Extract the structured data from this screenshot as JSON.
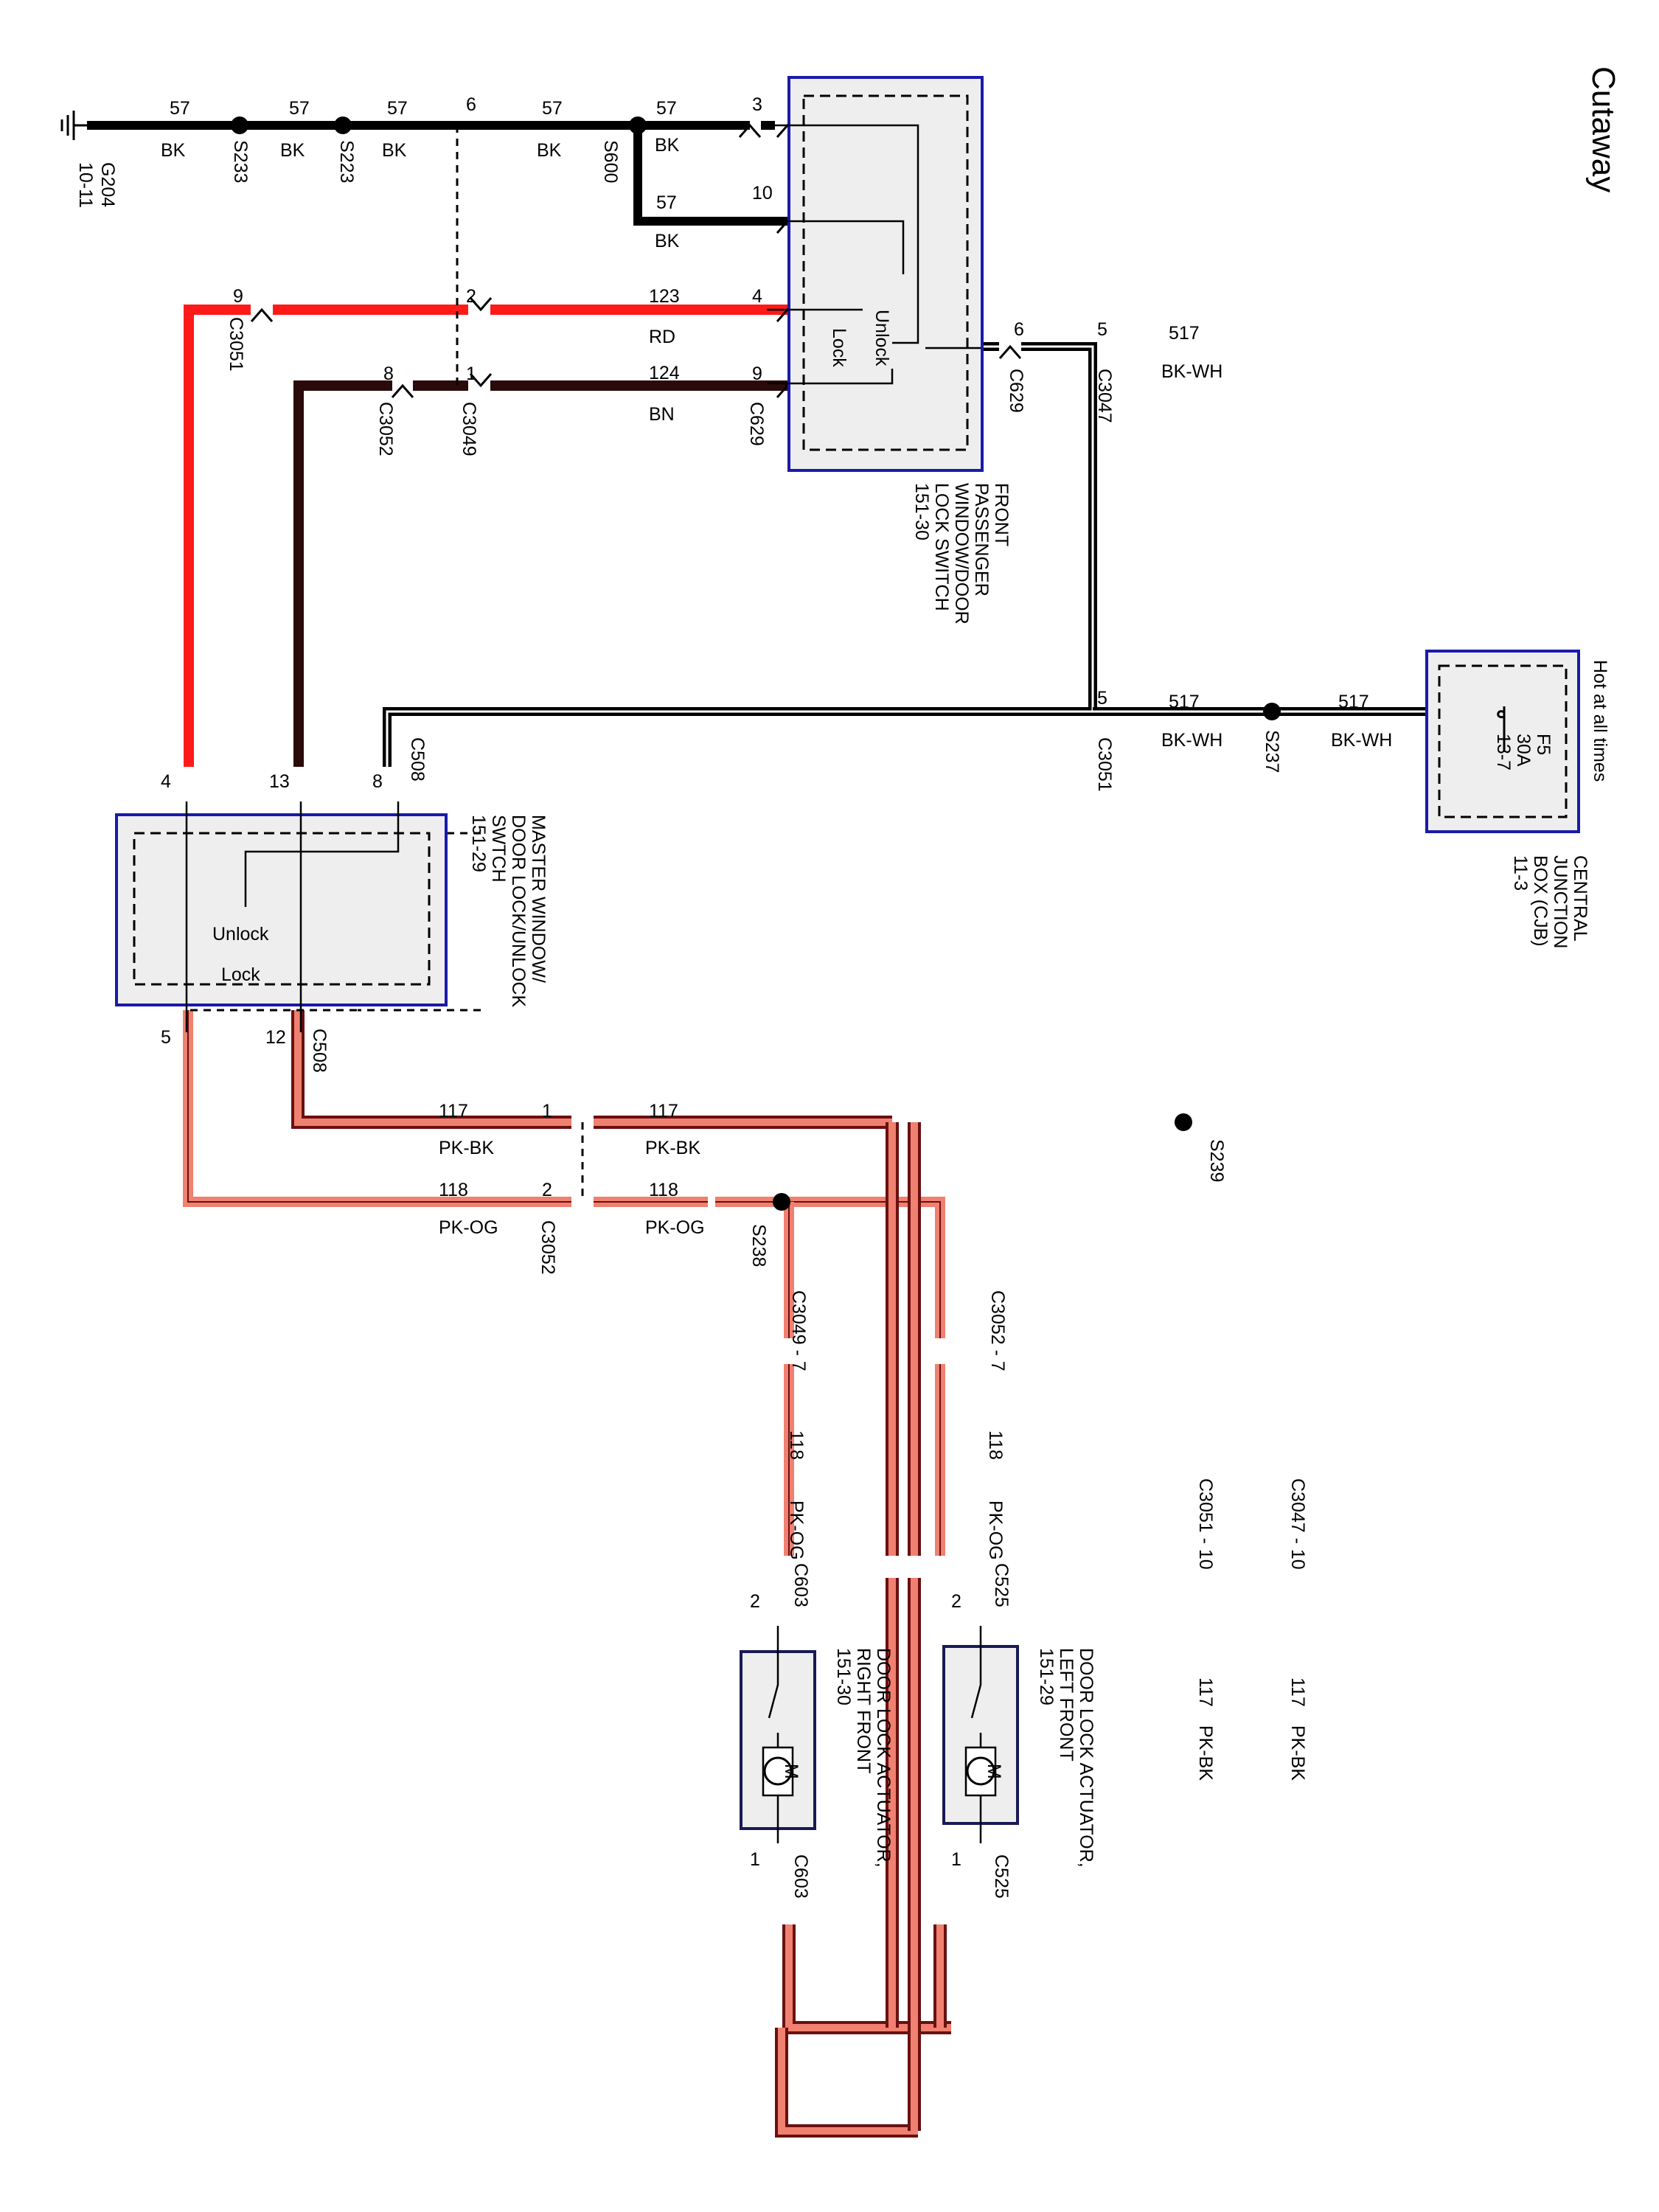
{
  "title": "Cutaway",
  "colors": {
    "BK": "#000000",
    "RD": "#ff1a1a",
    "BN": "#2a0a0a",
    "PK": "#f08070",
    "PK_stripe": "#6a1010",
    "box_blue": "#1a1aaa",
    "box_fill": "#eeeeee"
  },
  "components": {
    "ground": {
      "name": "G204",
      "ref": "10-11"
    },
    "pass_switch": {
      "lines": [
        "FRONT",
        "PASSENGER",
        "WINDOW/DOOR",
        "LOCK SWITCH",
        "151-30"
      ],
      "unlock": "Unlock",
      "lock": "Lock"
    },
    "master_switch": {
      "lines": [
        "MASTER WINDOW/",
        "DOOR LOCK/UNLOCK",
        "SWTCH",
        "151-29"
      ],
      "unlock": "Unlock",
      "lock": "Lock"
    },
    "cjb": {
      "lines": [
        "CENTRAL",
        "JUNCTION",
        "BOX (CJB)",
        "11-3"
      ],
      "hot": "Hot at all times",
      "fuse": "F5",
      "amps": "30A",
      "ref": "13-7"
    },
    "actuator_lf": {
      "lines": [
        "DOOR LOCK ACTUATOR,",
        "LEFT FRONT",
        "151-29"
      ],
      "motor": "M"
    },
    "actuator_rf": {
      "lines": [
        "DOOR LOCK ACTUATOR,",
        "RIGHT FRONT",
        "151-30"
      ],
      "motor": "M"
    }
  },
  "splices": [
    "S233",
    "S223",
    "S600",
    "S237",
    "S238",
    "S239"
  ],
  "connectors": [
    "C3051",
    "C3052",
    "C3049",
    "C629",
    "C3047",
    "C508",
    "C603",
    "C525",
    "C3049 - 7",
    "C3052 - 7",
    "C3051 - 10",
    "C3047 - 10"
  ],
  "pins": [
    "57",
    "57",
    "57",
    "57",
    "57",
    "57",
    "6",
    "3",
    "10",
    "4",
    "9",
    "6",
    "5",
    "5",
    "9",
    "2",
    "1",
    "8",
    "4",
    "13",
    "8",
    "5",
    "12",
    "1",
    "2",
    "2",
    "2",
    "1",
    "1",
    "7",
    "7",
    "10",
    "10"
  ],
  "wires": [
    {
      "circuit": "57",
      "color": "BK"
    },
    {
      "circuit": "123",
      "color": "RD"
    },
    {
      "circuit": "124",
      "color": "BN"
    },
    {
      "circuit": "517",
      "color": "BK-WH"
    },
    {
      "circuit": "117",
      "color": "PK-BK"
    },
    {
      "circuit": "118",
      "color": "PK-OG"
    }
  ],
  "labels": {
    "w57": "57",
    "bk": "BK",
    "w123": "123",
    "rd": "RD",
    "w124": "124",
    "bn": "BN",
    "w517": "517",
    "bkwh": "BK-WH",
    "w117": "117",
    "pkbk": "PK-BK",
    "w118": "118",
    "pkog": "PK-OG",
    "p1": "1",
    "p2": "2",
    "p3": "3",
    "p4": "4",
    "p5": "5",
    "p6": "6",
    "p8": "8",
    "p9": "9",
    "p10": "10",
    "p12": "12",
    "p13": "13",
    "s233": "S233",
    "s223": "S223",
    "s600": "S600",
    "s237": "S237",
    "s238": "S238",
    "s239": "S239",
    "c3051": "C3051",
    "c3052": "C3052",
    "c3049": "C3049",
    "c629": "C629",
    "c3047": "C3047",
    "c508": "C508",
    "c603": "C603",
    "c525": "C525",
    "c3049_7": "C3049 - 7",
    "c3052_7": "C3052 - 7",
    "c3051_10": "C3051 - 10",
    "c3047_10": "C3047 - 10"
  }
}
